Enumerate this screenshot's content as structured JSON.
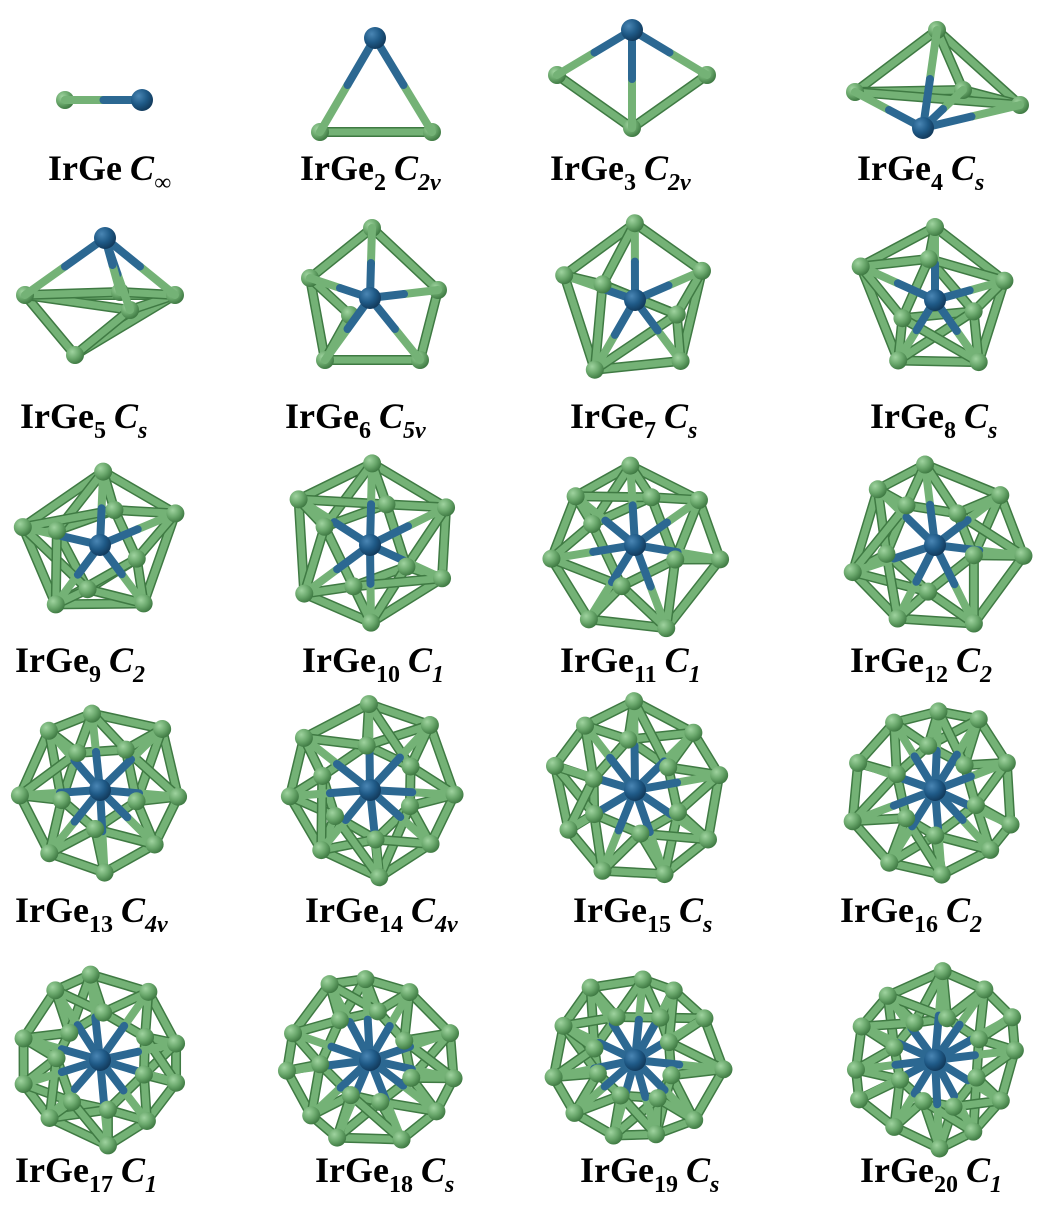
{
  "colors": {
    "ge_atom": "#6aa86c",
    "ge_atom_light": "#9fd39f",
    "ge_atom_dark": "#3f7a43",
    "ir_atom": "#1f5a87",
    "ir_atom_light": "#4a86b4",
    "ir_atom_dark": "#123a5c",
    "bond_ge": "#74b276",
    "bond_ir": "#2c6892",
    "label_text": "#000000"
  },
  "clusters": [
    {
      "formula": "IrGe",
      "n": "",
      "symmetry": "C",
      "sym_sub": "∞"
    },
    {
      "formula": "IrGe",
      "n": "2",
      "symmetry": "C",
      "sym_sub": "2v"
    },
    {
      "formula": "IrGe",
      "n": "3",
      "symmetry": "C",
      "sym_sub": "2v"
    },
    {
      "formula": "IrGe",
      "n": "4",
      "symmetry": "C",
      "sym_sub": "s"
    },
    {
      "formula": "IrGe",
      "n": "5",
      "symmetry": "C",
      "sym_sub": "s"
    },
    {
      "formula": "IrGe",
      "n": "6",
      "symmetry": "C",
      "sym_sub": "5v"
    },
    {
      "formula": "IrGe",
      "n": "7",
      "symmetry": "C",
      "sym_sub": "s"
    },
    {
      "formula": "IrGe",
      "n": "8",
      "symmetry": "C",
      "sym_sub": "s"
    },
    {
      "formula": "IrGe",
      "n": "9",
      "symmetry": "C",
      "sym_sub": "2"
    },
    {
      "formula": "IrGe",
      "n": "10",
      "symmetry": "C",
      "sym_sub": "1"
    },
    {
      "formula": "IrGe",
      "n": "11",
      "symmetry": "C",
      "sym_sub": "1"
    },
    {
      "formula": "IrGe",
      "n": "12",
      "symmetry": "C",
      "sym_sub": "2"
    },
    {
      "formula": "IrGe",
      "n": "13",
      "symmetry": "C",
      "sym_sub": "4v"
    },
    {
      "formula": "IrGe",
      "n": "14",
      "symmetry": "C",
      "sym_sub": "4v"
    },
    {
      "formula": "IrGe",
      "n": "15",
      "symmetry": "C",
      "sym_sub": "s"
    },
    {
      "formula": "IrGe",
      "n": "16",
      "symmetry": "C",
      "sym_sub": "2"
    },
    {
      "formula": "IrGe",
      "n": "17",
      "symmetry": "C",
      "sym_sub": "1"
    },
    {
      "formula": "IrGe",
      "n": "18",
      "symmetry": "C",
      "sym_sub": "s"
    },
    {
      "formula": "IrGe",
      "n": "19",
      "symmetry": "C",
      "sym_sub": "s"
    },
    {
      "formula": "IrGe",
      "n": "20",
      "symmetry": "C",
      "sym_sub": "1"
    }
  ]
}
